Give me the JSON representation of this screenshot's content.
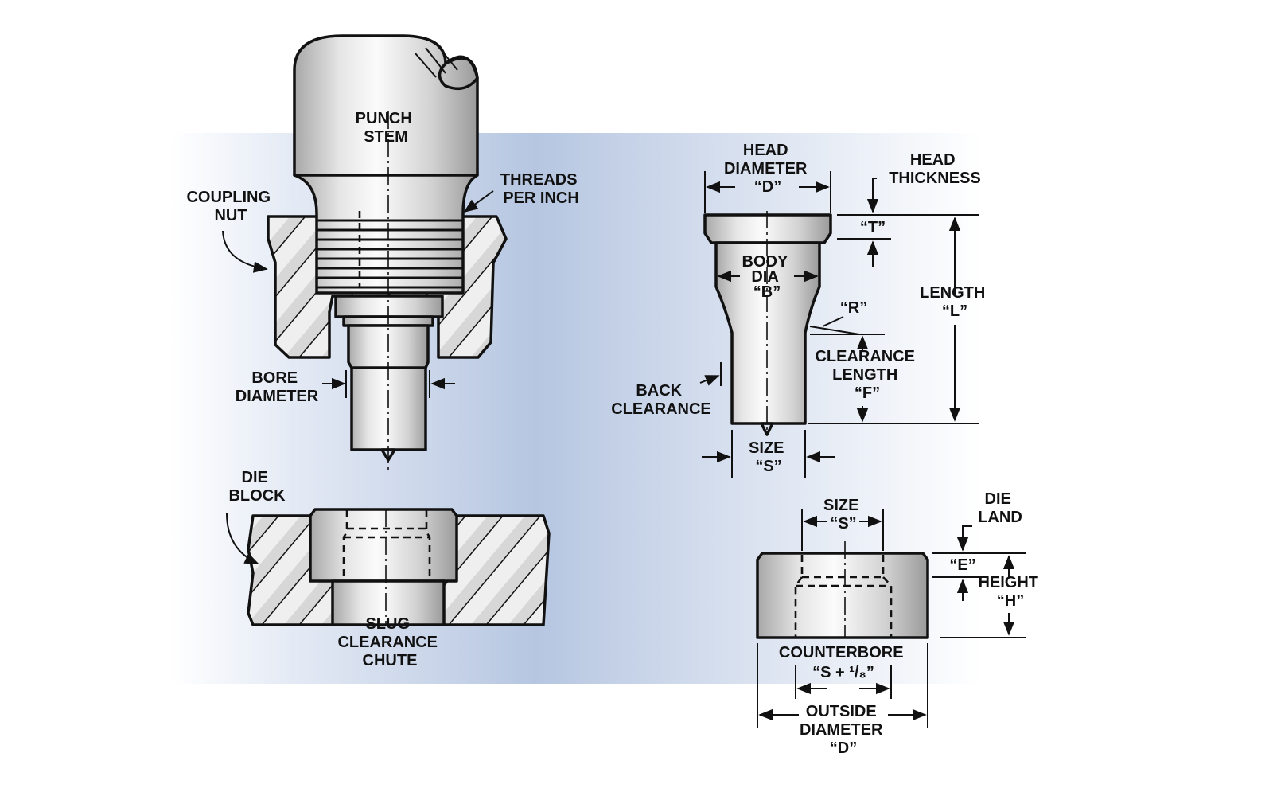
{
  "labels": {
    "punch_stem": [
      "PUNCH",
      "STEM"
    ],
    "threads_per_inch": [
      "THREADS",
      "PER INCH"
    ],
    "coupling_nut": [
      "COUPLING",
      "NUT"
    ],
    "bore_diameter": [
      "BORE",
      "DIAMETER"
    ],
    "die_block": [
      "DIE",
      "BLOCK"
    ],
    "slug_clearance_chute": [
      "SLUG",
      "CLEARANCE",
      "CHUTE"
    ],
    "head_diameter": [
      "HEAD",
      "DIAMETER",
      "“D”"
    ],
    "head_thickness": [
      "HEAD",
      "THICKNESS"
    ],
    "t_label": "“T”",
    "body_dia": [
      "BODY",
      "DIA",
      "“B”"
    ],
    "length": [
      "LENGTH",
      "“L”"
    ],
    "r_label": "“R”",
    "clearance_length": [
      "CLEARANCE",
      "LENGTH",
      "“F”"
    ],
    "back_clearance": [
      "BACK",
      "CLEARANCE"
    ],
    "punch_size": [
      "SIZE",
      "“S”"
    ],
    "die_size": [
      "SIZE",
      "“S”"
    ],
    "die_land": [
      "DIE",
      "LAND"
    ],
    "e_label": "“E”",
    "height": [
      "HEIGHT",
      "“H”"
    ],
    "counterbore": [
      "COUNTERBORE",
      "“S + ¹/₈”"
    ],
    "outside_diameter": [
      "OUTSIDE",
      "DIAMETER",
      "“D”"
    ]
  },
  "colors": {
    "panel_start": "#ffffff",
    "panel_end": "#b5c5e0",
    "metal_light": "#f4f4f4",
    "metal_dark": "#9a9a9a",
    "line": "#111111"
  }
}
